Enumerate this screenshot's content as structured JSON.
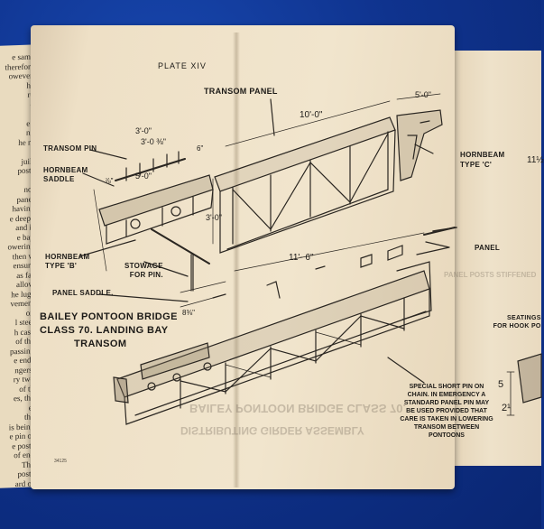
{
  "plate": {
    "number": "PLATE XIV",
    "title_lines": [
      "BAILEY PONTOON BRIDGE",
      "CLASS 70.  LANDING BAY",
      "TRANSOM"
    ],
    "footer_code": "34125"
  },
  "labels": {
    "transom_panel": "TRANSOM  PANEL",
    "transom_pin": "TRANSOM PIN",
    "hornbeam_saddle_1": "HORNBEAM",
    "hornbeam_saddle_2": "SADDLE",
    "hornbeam_b_1": "HORNBEAM",
    "hornbeam_b_2": "TYPE 'B'",
    "stowage_1": "STOWAGE",
    "stowage_2": "FOR PIN.",
    "panel_saddle": "PANEL SADDLE.",
    "hornbeam_c_1": "HORNBEAM",
    "hornbeam_c_2": "TYPE 'C'",
    "panel": "PANEL",
    "seatings_1": "SEATINGS",
    "seatings_2": "FOR HOOK PO",
    "note_lines": [
      "SPECIAL SHORT PIN ON",
      "CHAIN.  IN EMERGENCY A",
      "STANDARD PANEL PIN MAY",
      "BE USED PROVIDED THAT",
      "CARE IS TAKEN IN LOWERING",
      "TRANSOM BETWEEN",
      "PONTOONS"
    ]
  },
  "dimensions": {
    "d_3_0_top": "3'-0\"",
    "d_3_0_mid": "3'-0 ⅜\"",
    "d_5_0_left": "5'-0\"",
    "d_3_0_side": "3'-0\"",
    "d_7_8": "⅞\"",
    "d_10_0": "10'-0\"",
    "d_5_0_right": "5'-0\"",
    "d_11_6": "11'- 6\"",
    "d_8_8": "8⅜\"",
    "d_3_dash": "3\"",
    "d_112": "11½",
    "d_5": "5",
    "d_2": "2¹",
    "d_6": "6\""
  },
  "left_fragments": [
    "e same",
    "therefore",
    "owever,",
    "he",
    "rd",
    "o",
    "s",
    "e t",
    "ng",
    "he m",
    "e",
    "juilt",
    "posts",
    "t",
    "not",
    "panel",
    "having",
    "e deepe",
    "and if",
    "e bay",
    "owering",
    "then w",
    "ensure",
    "as far",
    "allow",
    "he lugs",
    "vement",
    "or.",
    "l steel",
    "h case",
    "of the",
    "passing",
    "e ends",
    "ngers.",
    "ry two",
    "of th",
    "es, the",
    "e.",
    "the",
    "is being",
    "e pin of",
    "e posts",
    "of end",
    "The",
    "posts",
    "ard of"
  ],
  "ghost_text": {
    "mirror_1": "BAILEY PONTOON BRIDGE CLASS 70.",
    "mirror_2": "DISTRIBUTING GIRDER ASSEMBLY",
    "right_faint": "PANEL POSTS STIFFENED"
  },
  "colors": {
    "cloth": "#0f338e",
    "paper": "#f1e5cd",
    "ink": "#1c1a17"
  }
}
